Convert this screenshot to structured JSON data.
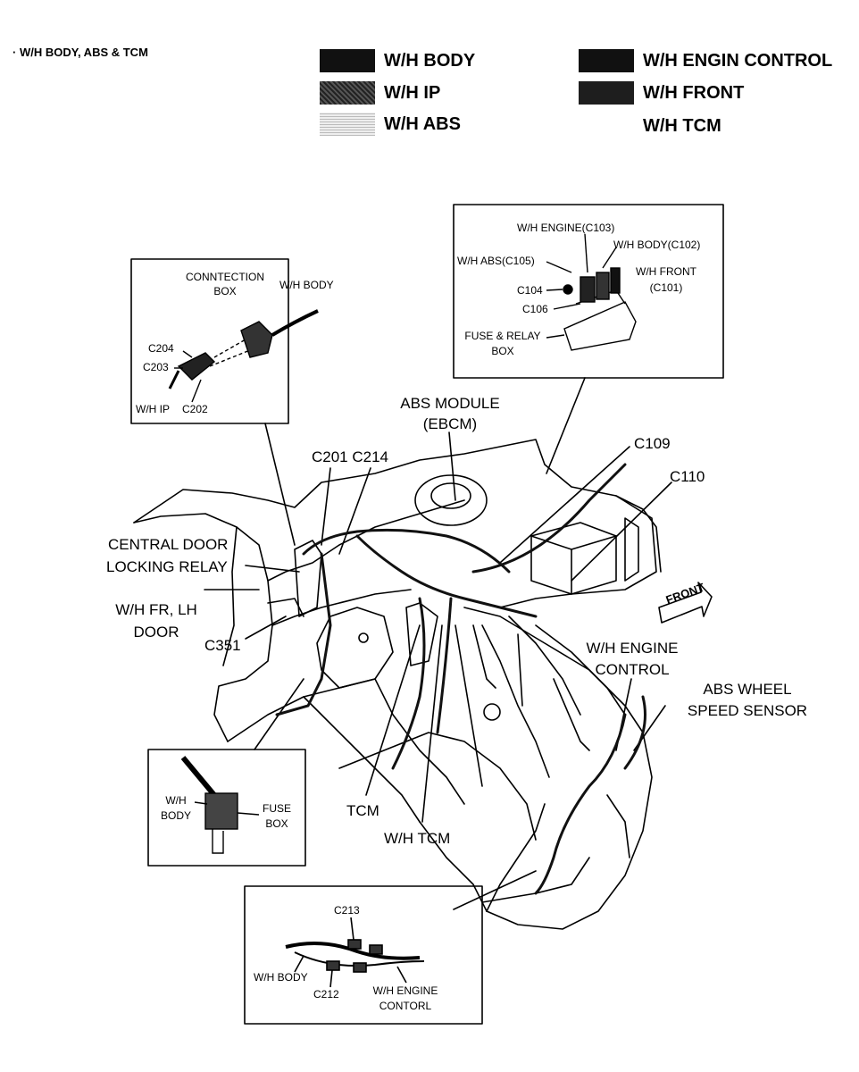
{
  "title": "· W/H BODY,  ABS & TCM",
  "legend": [
    {
      "label": "W/H BODY",
      "fill": "#111111"
    },
    {
      "label": "W/H IP",
      "fill": "#3a3a3a"
    },
    {
      "label": "W/H ABS",
      "fill": "#cfcfcf"
    },
    {
      "label": "W/H ENGIN CONTROL",
      "fill": "#111111"
    },
    {
      "label": "W/H FRONT",
      "fill": "#1e1e1e"
    },
    {
      "label": "W/H TCM",
      "fill": "none"
    }
  ],
  "inset_connection": {
    "connection_box": [
      "CONNTECTION",
      "BOX"
    ],
    "wh_body": "W/H BODY",
    "c204": "C204",
    "c203": "C203",
    "wh_ip": "W/H IP",
    "c202": "C202"
  },
  "inset_fuse_relay": {
    "wh_engine": "W/H ENGINE(C103)",
    "wh_body": "W/H BODY(C102)",
    "wh_abs": "W/H ABS(C105)",
    "wh_front": [
      "W/H FRONT",
      "(C101)"
    ],
    "c104": "C104",
    "c106": "C106",
    "fuse_relay_box": [
      "FUSE & RELAY",
      "BOX"
    ]
  },
  "inset_fuse_box": {
    "wh_body": [
      "W/H",
      "BODY"
    ],
    "fuse_box": [
      "FUSE",
      "BOX"
    ]
  },
  "inset_c213": {
    "c213": "C213",
    "wh_body": "W/H BODY",
    "c212": "C212",
    "wh_engine": [
      "W/H ENGINE",
      "CONTORL"
    ]
  },
  "callouts": {
    "abs_module": [
      "ABS MODULE",
      "(EBCM)"
    ],
    "c109": "C109",
    "c110": "C110",
    "c201_c214": "C201 C214",
    "central_door": [
      "CENTRAL DOOR",
      "LOCKING RELAY"
    ],
    "wh_fr_lh_door": [
      "W/H FR, LH",
      "DOOR"
    ],
    "c351": "C351",
    "front": "FRONT",
    "wh_engine_control": [
      "W/H ENGINE",
      "CONTROL"
    ],
    "abs_wheel_speed": [
      "ABS WHEEL",
      "SPEED SENSOR"
    ],
    "tcm": "TCM",
    "wh_tcm": "W/H TCM"
  }
}
